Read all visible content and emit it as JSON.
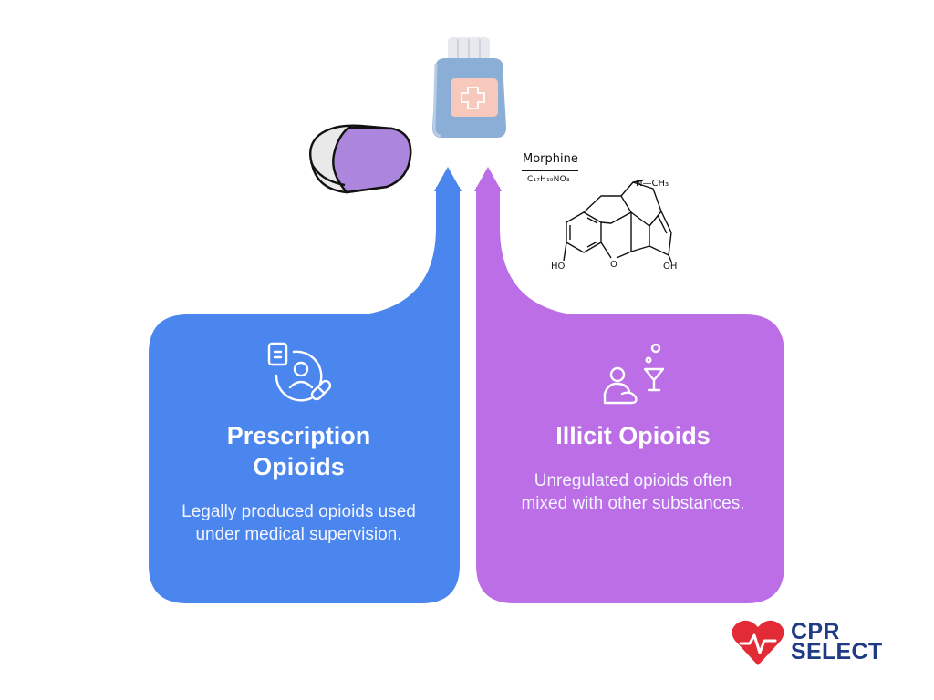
{
  "left_card": {
    "title_line1": "Prescription",
    "title_line2": "Opioids",
    "description": "Legally produced opioids used under medical supervision.",
    "color": "#4a86ee",
    "icon": "prescription-patient-icon"
  },
  "right_card": {
    "title": "Illicit Opioids",
    "description": "Unregulated opioids often mixed with other substances.",
    "color": "#bb6ee6",
    "icon": "person-cocktail-icon"
  },
  "molecule": {
    "name": "Morphine",
    "formula": "C₁₇H₁₉NO₃",
    "methyl_label": "N—CH₃",
    "hydroxyl_left": "HO",
    "ring_oxygen": "O",
    "hydroxyl_right": "OH"
  },
  "illustrations": {
    "pill": "capsule-pill-icon",
    "bottle": "medicine-bottle-icon"
  },
  "logo": {
    "line1": "CPR",
    "line2": "SELECT",
    "text_color": "#1f3b84",
    "heart_color": "#e32b35"
  }
}
